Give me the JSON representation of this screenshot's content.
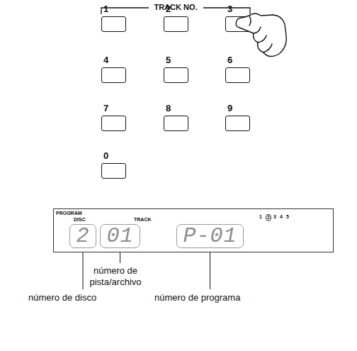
{
  "diagram": {
    "nodes": [
      {
        "text": [
          "1"
        ]
      },
      {
        "text": [
          "2"
        ]
      },
      {
        "text": [
          "3"
        ]
      },
      {
        "text": [
          "4"
        ]
      },
      {
        "text": [
          "5"
        ]
      },
      {
        "text": [
          "6"
        ]
      },
      {
        "text": [
          "7"
        ]
      },
      {
        "text": [
          "8"
        ]
      },
      {
        "text": [
          "9"
        ]
      },
      {
        "text": [
          "0"
        ]
      },
      {
        "text": [
          "PROGRAM",
          "DISC",
          "TRACK",
          "1",
          "2",
          "3",
          "4",
          "5"
        ]
      },
      {
        "text": [
          "2"
        ],
        "in": 10
      },
      {
        "text": [
          "01"
        ],
        "in": 10
      },
      {
        "text": [
          "P-01"
        ],
        "in": 10
      }
    ],
    "labels": [
      "TRACK NO.",
      "número de pista/archivo",
      "número de disco",
      "número de programa"
    ]
  }
}
